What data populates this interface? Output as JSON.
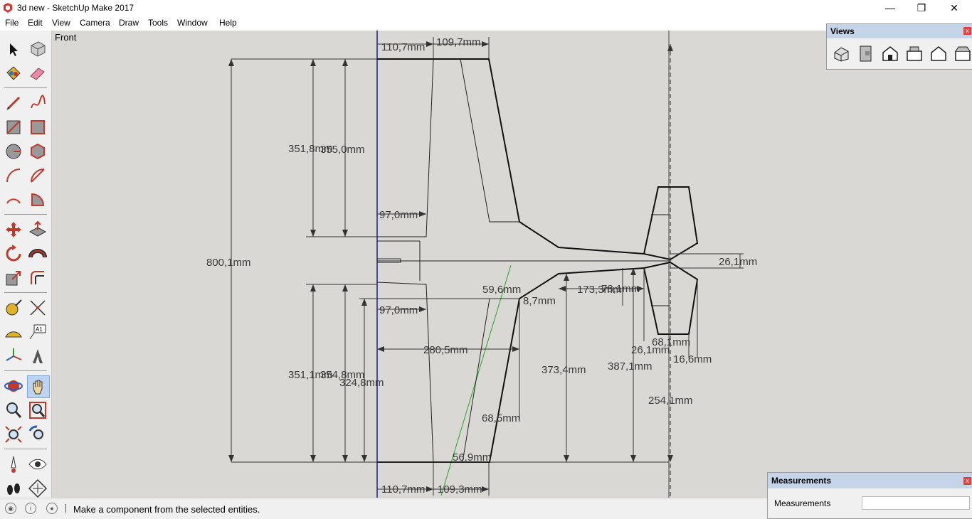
{
  "window": {
    "title": "3d new - SketchUp Make 2017",
    "minimize_glyph": "—",
    "maximize_glyph": "❐",
    "close_glyph": "✕"
  },
  "menu": [
    "File",
    "Edit",
    "View",
    "Camera",
    "Draw",
    "Tools",
    "Window",
    "Help"
  ],
  "tools": [
    "select-icon",
    "make-component-icon",
    "paint-bucket-icon",
    "eraser-icon",
    "pencil-icon",
    "freehand-icon",
    "rectangle-icon",
    "rotated-rectangle-icon",
    "circle-icon",
    "polygon-icon",
    "arc-icon",
    "two-point-arc-icon",
    "three-point-arc-icon",
    "pie-icon",
    "move-icon",
    "push-pull-icon",
    "rotate-icon",
    "follow-me-icon",
    "scale-icon",
    "offset-icon",
    "tape-measure-icon",
    "dimension-icon",
    "protractor-icon",
    "text-icon",
    "axes-icon",
    "3d-text-icon",
    "orbit-icon",
    "pan-icon",
    "zoom-icon",
    "zoom-window-icon",
    "zoom-extents-icon",
    "previous-view-icon",
    "position-camera-icon",
    "look-around-icon",
    "walk-icon",
    "section-plane-icon"
  ],
  "viewport": {
    "view_label": "Front",
    "dimensions": {
      "top_left": "110,7mm",
      "top_right": "109,7mm",
      "upper_h1": "351,8mm",
      "upper_h2": "355,0mm",
      "upper_inner": "97,0mm",
      "total": "800,1mm",
      "right_26": "26,1mm",
      "mid_59": "59,6mm",
      "mid_8": "8,7mm",
      "mid_173": "173,3mm",
      "mid_78": "78,1mm",
      "lower_inner": "97,0mm",
      "width_280": "280,5mm",
      "lower_h1": "351,1mm",
      "lower_h2": "354,8mm",
      "lower_h3": "324,8mm",
      "h_373": "373,4mm",
      "h_387": "387,1mm",
      "tail_68": "68,1mm",
      "tail_26": "26,1mm",
      "tail_16": "16,6mm",
      "tail_254": "254,1mm",
      "lower_68": "68,5mm",
      "bottom_56": "56,9mm",
      "bottom_left": "110,7mm",
      "bottom_right": "109,3mm"
    }
  },
  "views_panel": {
    "title": "Views",
    "close": "x",
    "buttons": [
      "iso-view-icon",
      "top-view-icon",
      "front-view-icon",
      "right-view-icon",
      "back-view-icon",
      "left-view-icon"
    ]
  },
  "measurements_panel": {
    "title": "Measurements",
    "close": "x",
    "label": "Measurements",
    "value": ""
  },
  "status": {
    "message": "Make a component from the selected entities.",
    "icons": [
      "geo-location-icon",
      "credits-icon",
      "user-icon"
    ]
  }
}
